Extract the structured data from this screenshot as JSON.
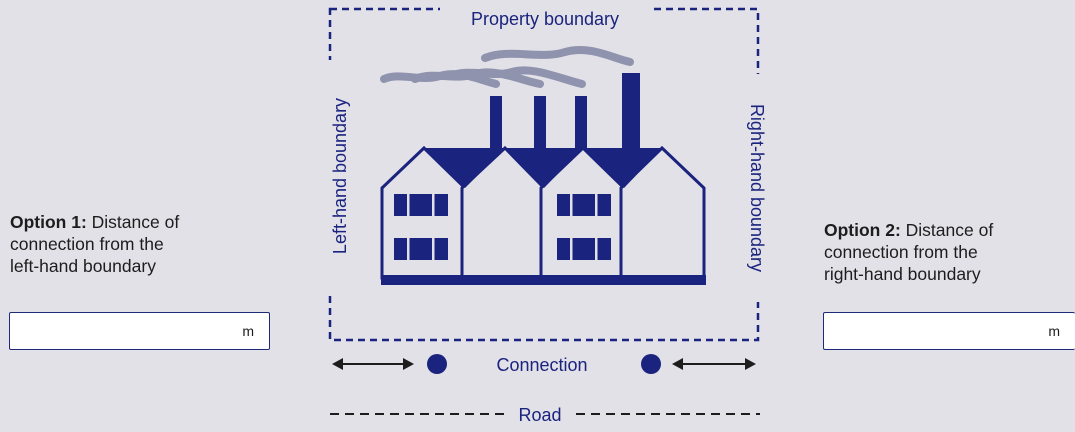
{
  "diagram": {
    "property_label": "Property boundary",
    "left_label": "Left-hand boundary",
    "right_label": "Right-hand boundary",
    "connection_label": "Connection",
    "road_label": "Road",
    "colors": {
      "navy": "#1a237e",
      "smoke": "#8f93ad",
      "background": "#e2e1e8",
      "building_fill": "#e2e1e8"
    }
  },
  "option1": {
    "title": "Option 1:",
    "text_line1": " Distance of",
    "text_line2": "connection from the",
    "text_line3": "left-hand boundary",
    "input_value": "",
    "unit": "m"
  },
  "option2": {
    "title": "Option 2:",
    "text_line1": " Distance of",
    "text_line2": "connection from the",
    "text_line3": "right-hand boundary",
    "input_value": "",
    "unit": "m"
  }
}
